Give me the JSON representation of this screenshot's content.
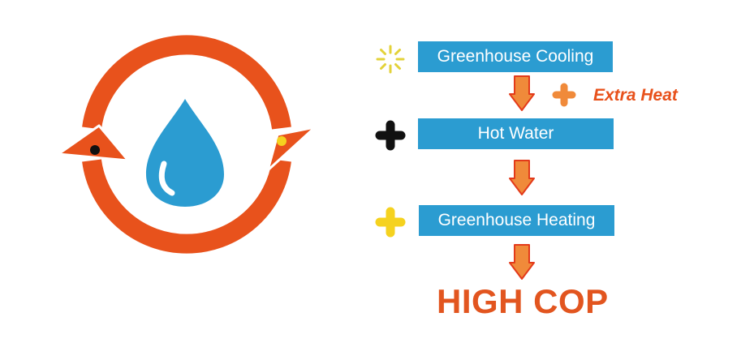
{
  "flow": {
    "steps": [
      {
        "label": "Greenhouse Cooling",
        "icon": "sun-burst-icon"
      },
      {
        "label": "Hot Water",
        "icon": "plus-icon"
      },
      {
        "label": "Greenhouse Heating",
        "icon": "plus-icon"
      }
    ],
    "extra_heat_label": "Extra Heat",
    "result_label": "HIGH COP"
  },
  "colors": {
    "orange": "#e8521c",
    "arrow_orange": "#f08a3a",
    "box_blue": "#2b9cd1",
    "drop_blue": "#2b9cd1",
    "yellow": "#f5d21f",
    "sun_yellow": "#e3d23a",
    "black": "#111111"
  },
  "icons": {
    "cycle": "circular-arrows-icon",
    "drop": "water-drop-icon",
    "down_arrow": "down-arrow-icon"
  }
}
